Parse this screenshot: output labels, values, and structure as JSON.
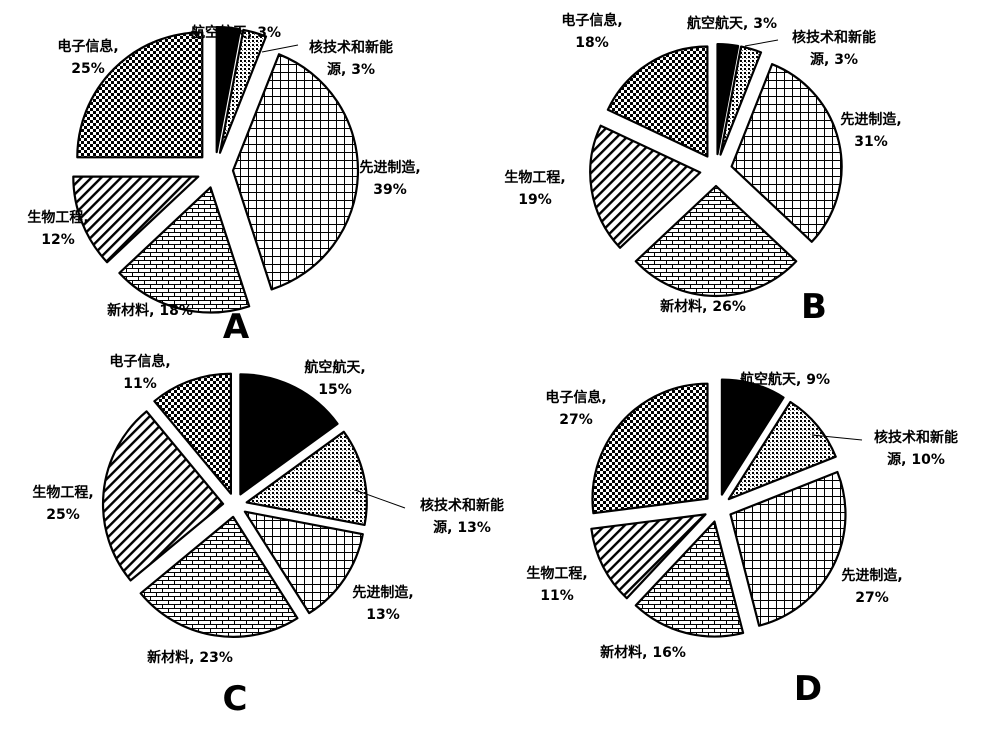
{
  "chart_data": [
    {
      "type": "pie",
      "panel_label": "A",
      "slices": [
        {
          "name": "航空航天",
          "value": 3,
          "label": "航空航天, 3%"
        },
        {
          "name": "核技术和新能源",
          "value": 3,
          "label_lines": [
            "核技术和新能",
            "源, 3%"
          ]
        },
        {
          "name": "先进制造",
          "value": 39,
          "label_lines": [
            "先进制造,",
            "39%"
          ]
        },
        {
          "name": "新材料",
          "value": 18,
          "label": "新材料, 18%"
        },
        {
          "name": "生物工程",
          "value": 12,
          "label_lines": [
            "生物工程,",
            "12%"
          ]
        },
        {
          "name": "电子信息",
          "value": 25,
          "label_lines": [
            "电子信息,",
            "25%"
          ]
        }
      ]
    },
    {
      "type": "pie",
      "panel_label": "B",
      "slices": [
        {
          "name": "航空航天",
          "value": 3,
          "label": "航空航天, 3%"
        },
        {
          "name": "核技术和新能源",
          "value": 3,
          "label_lines": [
            "核技术和新能",
            "源, 3%"
          ]
        },
        {
          "name": "先进制造",
          "value": 31,
          "label_lines": [
            "先进制造,",
            "31%"
          ]
        },
        {
          "name": "新材料",
          "value": 26,
          "label": "新材料, 26%"
        },
        {
          "name": "生物工程",
          "value": 19,
          "label_lines": [
            "生物工程,",
            "19%"
          ]
        },
        {
          "name": "电子信息",
          "value": 18,
          "label_lines": [
            "电子信息,",
            "18%"
          ]
        }
      ]
    },
    {
      "type": "pie",
      "panel_label": "C",
      "slices": [
        {
          "name": "航空航天",
          "value": 15,
          "label_lines": [
            "航空航天,",
            "15%"
          ]
        },
        {
          "name": "核技术和新能源",
          "value": 13,
          "label_lines": [
            "核技术和新能",
            "源, 13%"
          ]
        },
        {
          "name": "先进制造",
          "value": 13,
          "label_lines": [
            "先进制造,",
            "13%"
          ]
        },
        {
          "name": "新材料",
          "value": 23,
          "label": "新材料, 23%"
        },
        {
          "name": "生物工程",
          "value": 25,
          "label_lines": [
            "生物工程,",
            "25%"
          ]
        },
        {
          "name": "电子信息",
          "value": 11,
          "label_lines": [
            "电子信息,",
            "11%"
          ]
        }
      ]
    },
    {
      "type": "pie",
      "panel_label": "D",
      "slices": [
        {
          "name": "航空航天",
          "value": 9,
          "label": "航空航天, 9%"
        },
        {
          "name": "核技术和新能源",
          "value": 10,
          "label_lines": [
            "核技术和新能",
            "源, 10%"
          ]
        },
        {
          "name": "先进制造",
          "value": 27,
          "label_lines": [
            "先进制造,",
            "27%"
          ]
        },
        {
          "name": "新材料",
          "value": 16,
          "label": "新材料, 16%"
        },
        {
          "name": "生物工程",
          "value": 11,
          "label_lines": [
            "生物工程,",
            "11%"
          ]
        },
        {
          "name": "电子信息",
          "value": 27,
          "label_lines": [
            "电子信息,",
            "27%"
          ]
        }
      ]
    }
  ],
  "slice_patterns": [
    "solid-black",
    "fine-dots",
    "grid",
    "brick",
    "diagonal-hatch",
    "checkerboard"
  ]
}
